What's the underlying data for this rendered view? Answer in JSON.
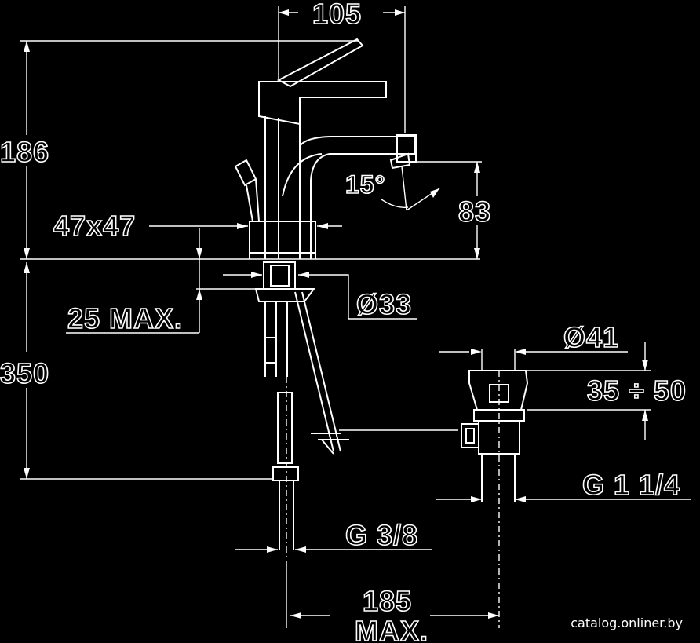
{
  "dimensions": {
    "spout_reach": "105",
    "total_height": "186",
    "spout_height": "83",
    "spout_angle": "15°",
    "base_size": "47x47",
    "hole_diameter": "Ø33",
    "deck_thickness": "25 MAX.",
    "hose_length": "350",
    "waste_diameter": "Ø41",
    "waste_range": "35 ÷ 50",
    "waste_thread": "G 1 1/4",
    "supply_thread": "G 3/8",
    "rod_length_value": "185",
    "rod_length_note": "MAX."
  },
  "credit": "catalog.onliner.by"
}
